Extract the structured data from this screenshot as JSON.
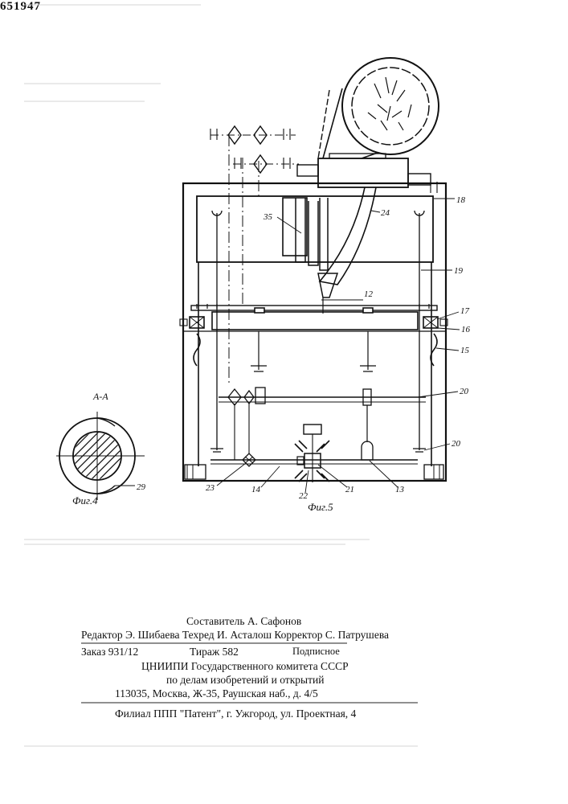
{
  "header": {
    "patent_number": "651947"
  },
  "figures": {
    "fig4": {
      "section": "А-А",
      "caption": "Фиг.4",
      "labels": [
        "29"
      ]
    },
    "fig5": {
      "caption": "Фиг.5",
      "labels": [
        "18",
        "24",
        "35",
        "19",
        "12",
        "17",
        "16",
        "15",
        "20",
        "20",
        "23",
        "14",
        "22",
        "21",
        "13"
      ]
    }
  },
  "imprint": {
    "composer": "Составитель А. Сафонов",
    "editors": "Редактор Э. Шибаева Техред И. Асталош Корректор С. Патрушева",
    "order": "Заказ 931/12",
    "circulation": "Тираж 582",
    "signed": "Подписное",
    "org1": "ЦНИИПИ Государственного комитета СССР",
    "org2": "по делам изобретений и открытий",
    "address": "113035, Москва, Ж-35, Раушская наб., д. 4/5",
    "branch": "Филиал ППП \"Патент\", г. Ужгород, ул. Проектная, 4"
  }
}
